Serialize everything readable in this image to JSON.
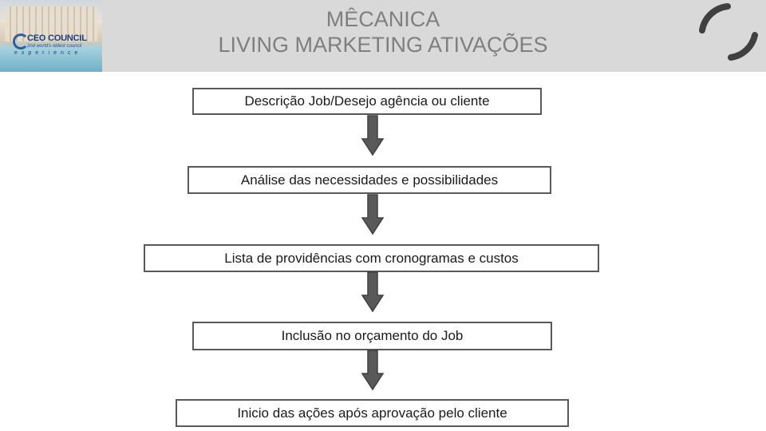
{
  "header": {
    "title_line1": "MÊCANICA",
    "title_line2": "LIVING MARKETING ATIVAÇÕES",
    "logo": {
      "name": "CEO COUNCIL",
      "tagline": "2nd world's oldest council",
      "subtitle": "experience"
    }
  },
  "flow": {
    "steps": [
      "Descrição Job/Desejo agência ou cliente",
      "Análise das necessidades e possibilidades",
      "Lista de providências com cronogramas e custos",
      "Inclusão no orçamento do Job",
      "Inicio das ações após aprovação pelo cliente"
    ]
  },
  "colors": {
    "header_bg": "#d9d9d9",
    "title": "#7f7f7f",
    "box_border": "#595959",
    "arrow": "#595959",
    "corner_mark": "#404040"
  }
}
